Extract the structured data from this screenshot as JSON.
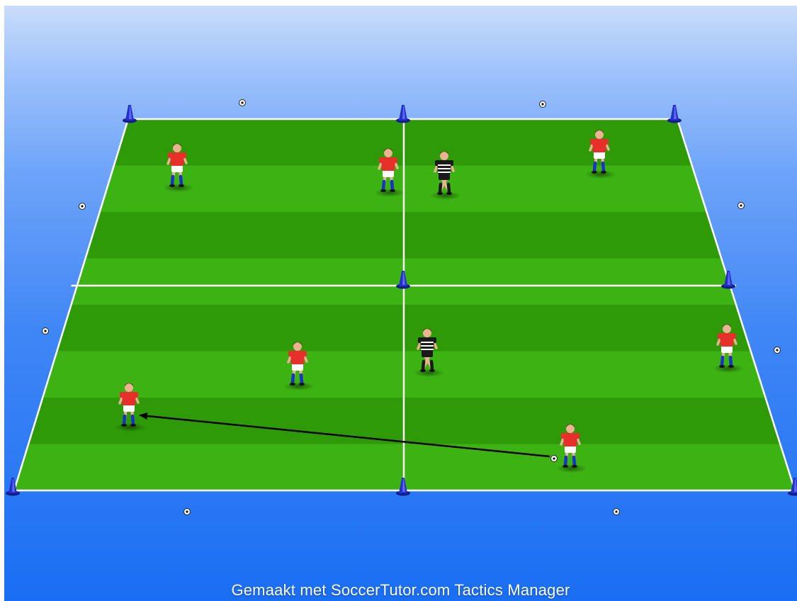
{
  "app": {
    "watermark": "Gemaakt met SoccerTutor.com Tactics Manager"
  },
  "colors": {
    "grass_dark": "#2f9a07",
    "grass_light": "#3cb312",
    "line": "#ffffff",
    "cone": "#2330c8",
    "team_red_shirt": "#e8302a",
    "team_red_shorts": "#ffffff",
    "team_red_socks": "#1533c4",
    "opponent_shirt": "#1a1a1a",
    "opponent_stripe": "#ffffff",
    "pass_arrow": "#000000"
  },
  "icons": {
    "cone": "cone-icon",
    "ball": "ball-icon",
    "player": "player-icon"
  },
  "pitch": {
    "grid": "2 x 2",
    "stripes": 8
  },
  "players": [
    {
      "team": "red",
      "name": "red-player-top-left"
    },
    {
      "team": "red",
      "name": "red-player-top-center"
    },
    {
      "team": "red",
      "name": "red-player-top-right"
    },
    {
      "team": "red",
      "name": "red-player-middle-left"
    },
    {
      "team": "red",
      "name": "red-player-bottom-left"
    },
    {
      "team": "red",
      "name": "red-player-bottom-right-ball"
    },
    {
      "team": "red",
      "name": "red-player-right-edge"
    },
    {
      "team": "black",
      "name": "black-player-top"
    },
    {
      "team": "black",
      "name": "black-player-bottom"
    }
  ],
  "pass": {
    "from": "red-player-bottom-right-ball",
    "to": "red-player-bottom-left"
  }
}
